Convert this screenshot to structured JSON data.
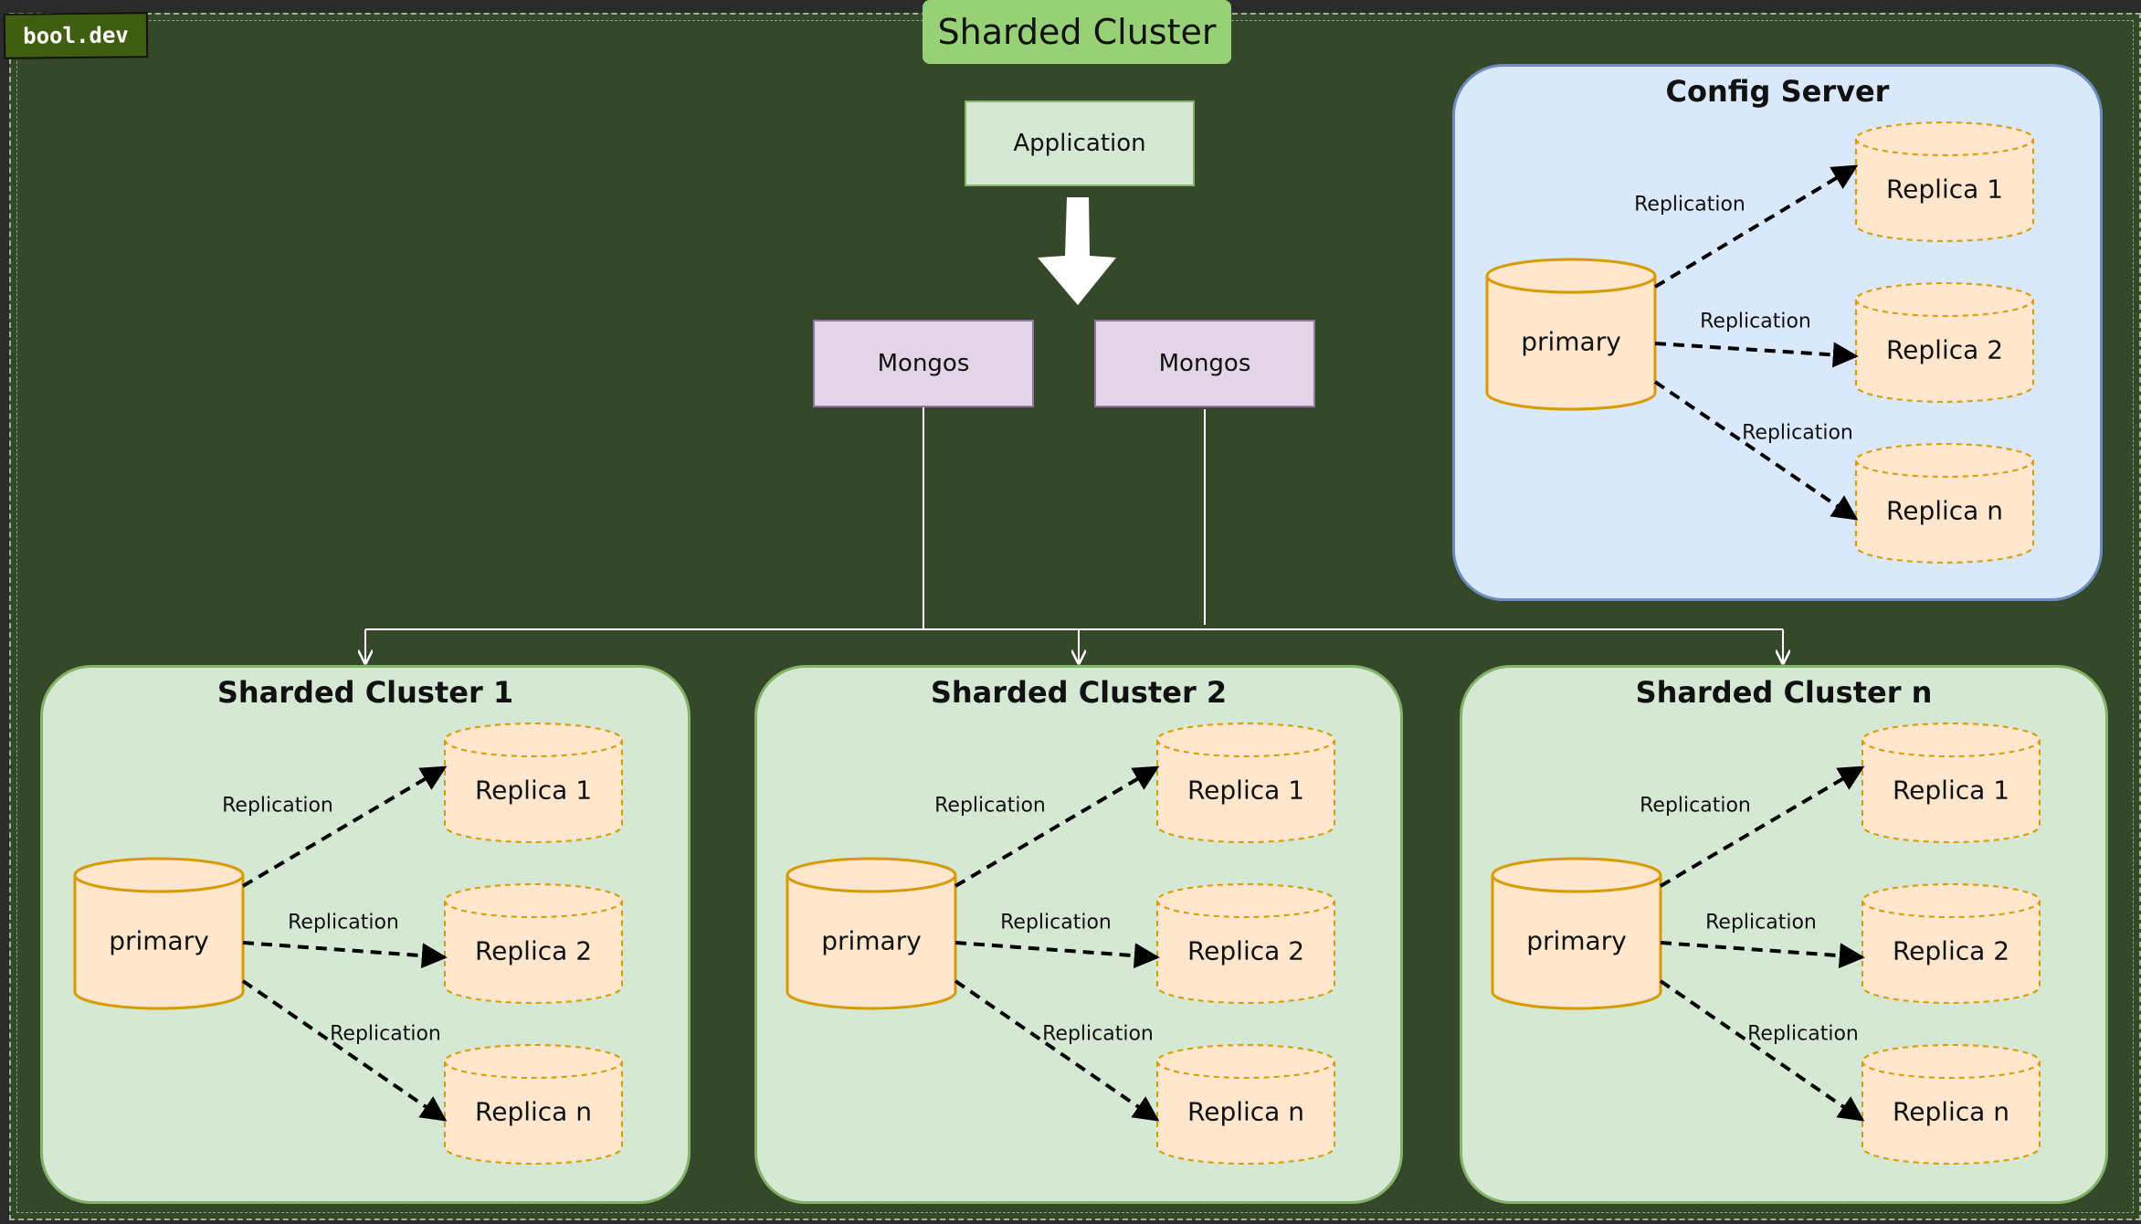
{
  "logo": "bool.dev",
  "title": "Sharded Cluster",
  "application": "Application",
  "mongos": [
    "Mongos",
    "Mongos"
  ],
  "config_server": {
    "title": "Config Server",
    "primary": "primary",
    "replicas": [
      "Replica 1",
      "Replica 2",
      "Replica n"
    ],
    "replication_labels": [
      "Replication",
      "Replication",
      "Replication"
    ]
  },
  "shards": [
    {
      "title": "Sharded Cluster 1",
      "primary": "primary",
      "replicas": [
        "Replica 1",
        "Replica 2",
        "Replica n"
      ],
      "replication_labels": [
        "Replication",
        "Replication",
        "Replication"
      ]
    },
    {
      "title": "Sharded Cluster 2",
      "primary": "primary",
      "replicas": [
        "Replica 1",
        "Replica 2",
        "Replica n"
      ],
      "replication_labels": [
        "Replication",
        "Replication",
        "Replication"
      ]
    },
    {
      "title": "Sharded Cluster n",
      "primary": "primary",
      "replicas": [
        "Replica 1",
        "Replica 2",
        "Replica n"
      ],
      "replication_labels": [
        "Replication",
        "Replication",
        "Replication"
      ]
    }
  ],
  "colors": {
    "background": "#36482a",
    "title_fill": "#97d077",
    "app_fill": "#d5e8d4",
    "mongos_fill": "#e1d5e7",
    "shard_fill": "#d5e8d4",
    "config_fill": "#dae8fc",
    "db_fill": "#ffe6cc",
    "db_stroke": "#d79b00"
  }
}
